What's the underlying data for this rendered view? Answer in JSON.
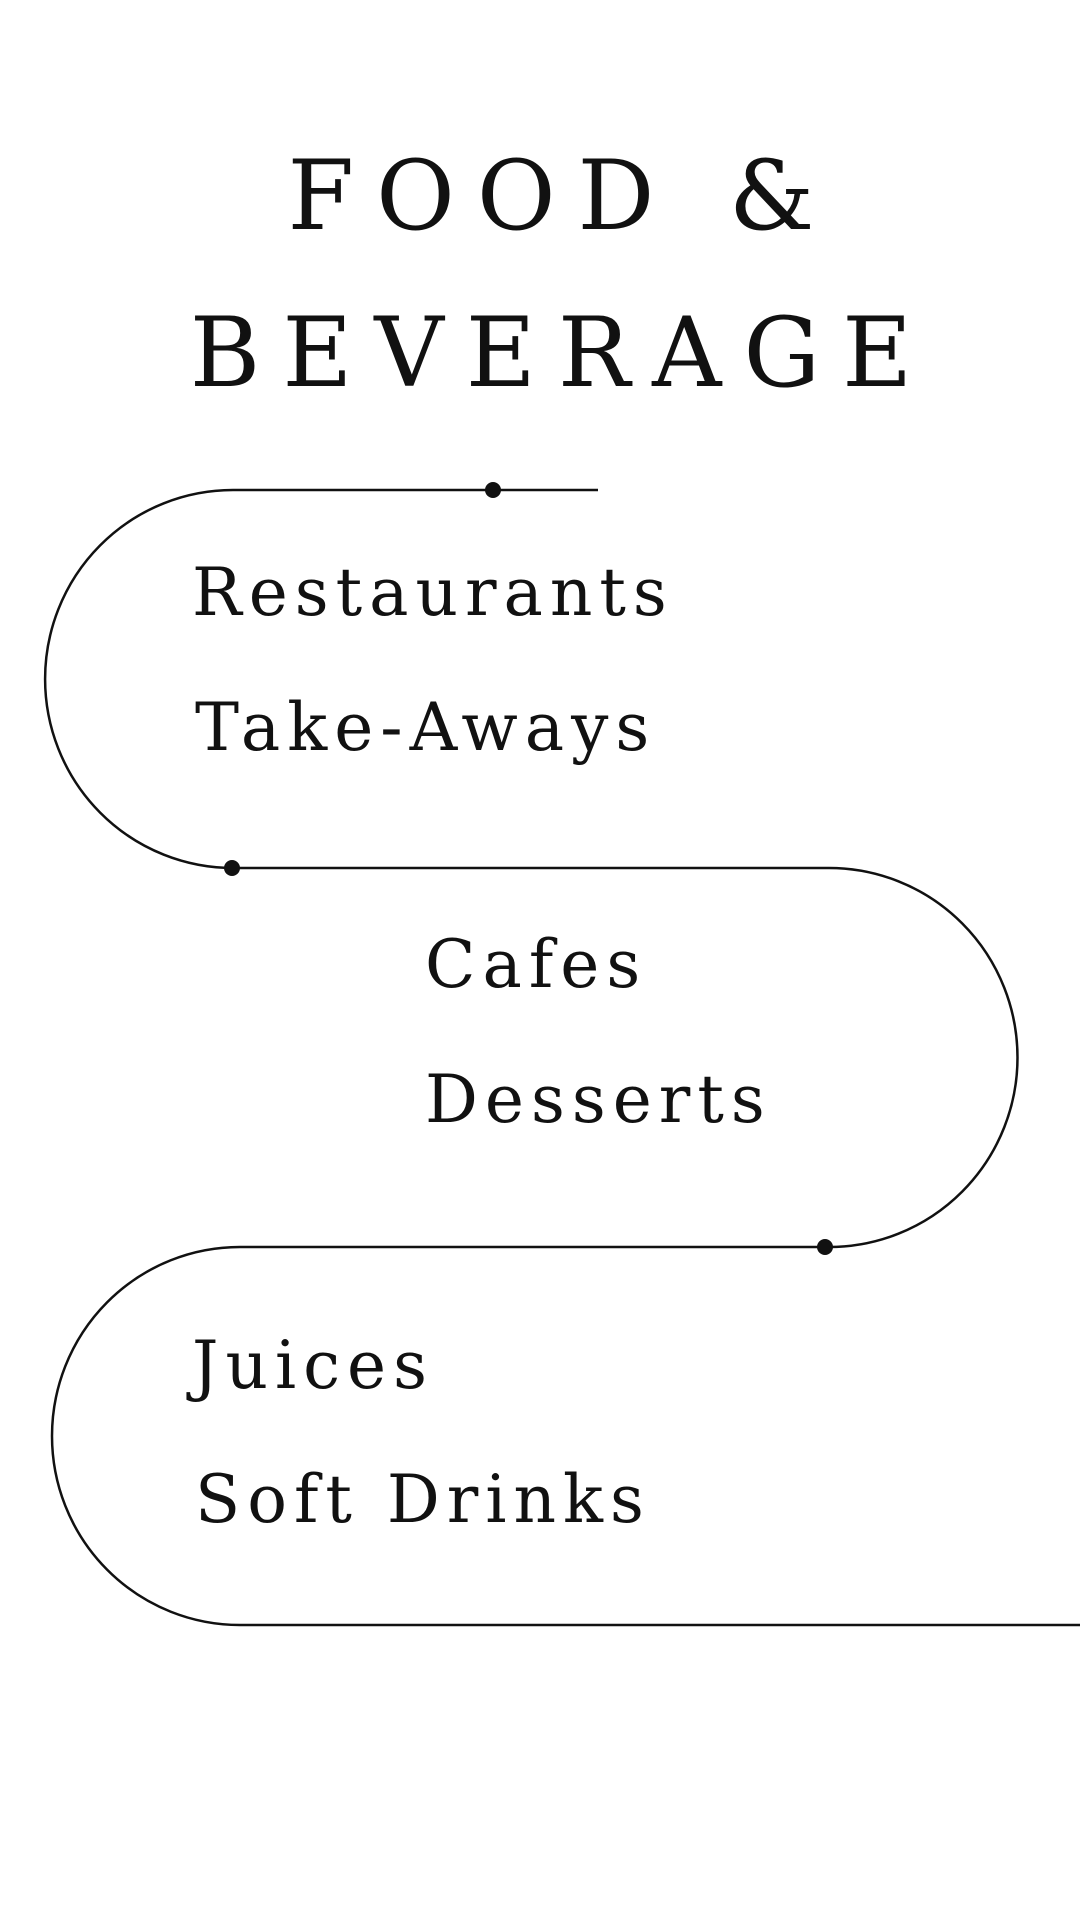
{
  "title": {
    "line1": "FOOD &",
    "line2": "BEVERAGE"
  },
  "menu": {
    "items": [
      {
        "label": "Restaurants"
      },
      {
        "label": "Take-Aways"
      },
      {
        "label": "Cafes"
      },
      {
        "label": "Desserts"
      },
      {
        "label": "Juices"
      },
      {
        "label": "Soft Drinks"
      }
    ]
  },
  "colors": {
    "background": "#ffffff",
    "text": "#111111",
    "line": "#111111"
  }
}
